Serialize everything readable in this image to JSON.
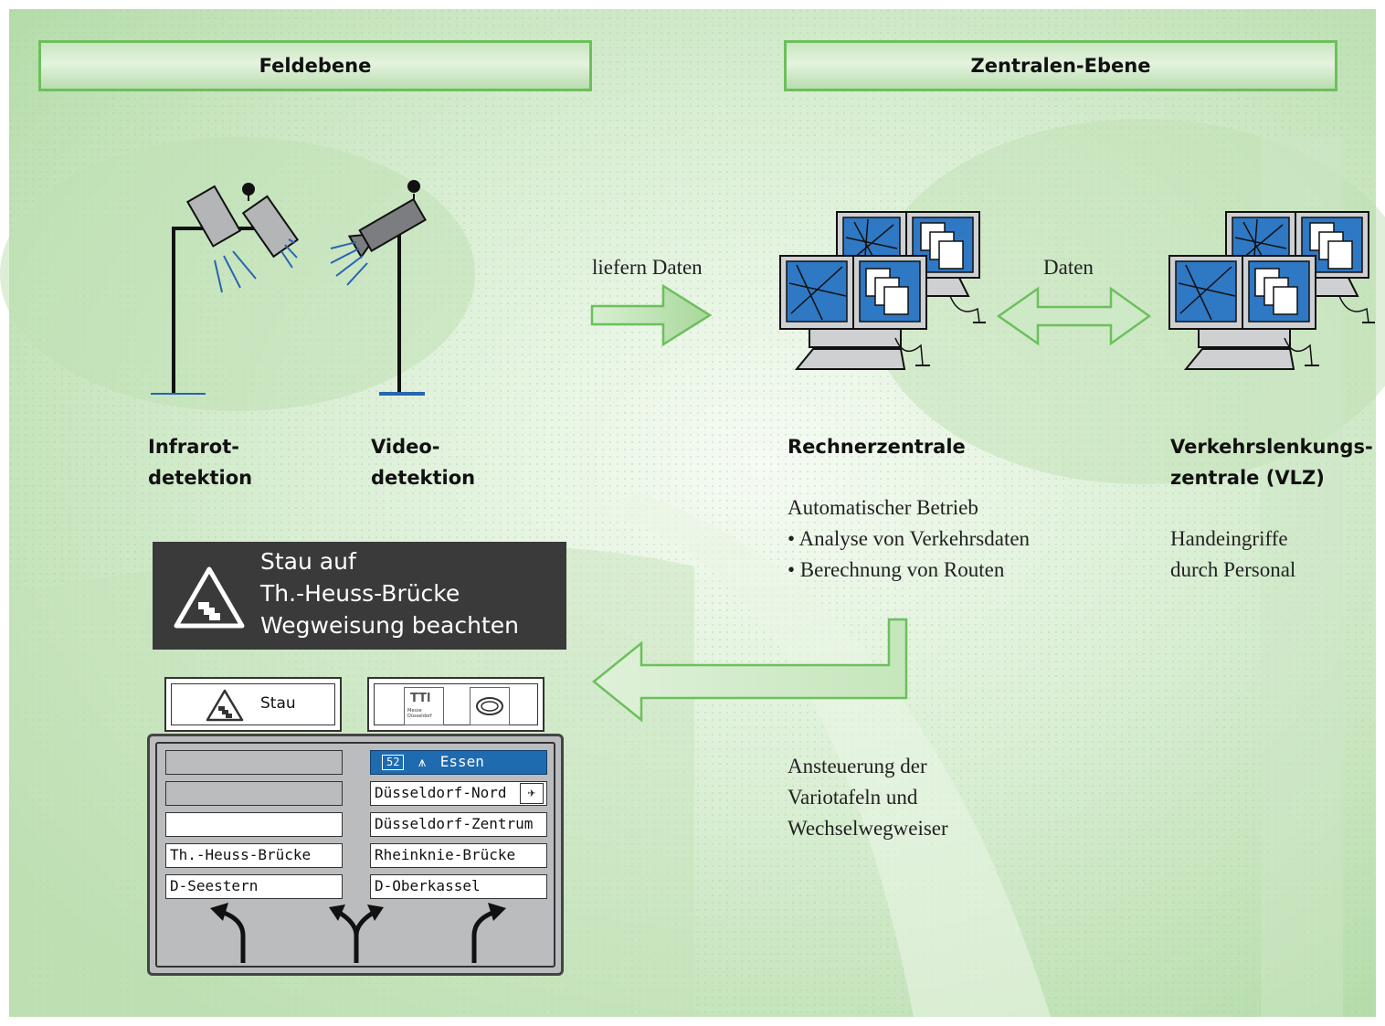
{
  "headers": {
    "left": "Feldebene",
    "right": "Zentralen-Ebene"
  },
  "detectors": {
    "infrared": [
      "Infrarot-",
      "detektion"
    ],
    "video": [
      "Video-",
      "detektion"
    ]
  },
  "arrows": {
    "supply_label": "liefern Daten",
    "exchange_label": "Daten"
  },
  "computer_center": {
    "title": "Rechnerzentrale",
    "lines": [
      "Automatischer Betrieb",
      "• Analyse von Verkehrsdaten",
      "• Berechnung von Routen"
    ]
  },
  "vlz": {
    "title": [
      "Verkehrslenkungs-",
      "zentrale (VLZ)"
    ],
    "lines": [
      "Handeingriffe",
      "durch Personal"
    ]
  },
  "control_text": [
    "Ansteuerung der",
    "Variotafeln und",
    "Wechselwegweiser"
  ],
  "vms_lines": [
    "Stau auf",
    "Th.-Heuss-Brücke",
    "Wegweisung beachten"
  ],
  "warning_sign": "Stau",
  "logo_sign": {
    "text": [
      "Messe",
      "Düsseldorf"
    ]
  },
  "guide_sign": {
    "left": [
      "",
      "",
      "",
      "Th.-Heuss-Brücke",
      "D-Seestern"
    ],
    "right": [
      "Essen",
      "Düsseldorf-Nord",
      "Düsseldorf-Zentrum",
      "Rheinknie-Brücke",
      "D-Oberkassel"
    ],
    "motorway_number": "52"
  },
  "colors": {
    "accent_green": "#6cc05c",
    "sign_blue": "#1e6bb0",
    "vms_dark": "#3a3a3a"
  }
}
